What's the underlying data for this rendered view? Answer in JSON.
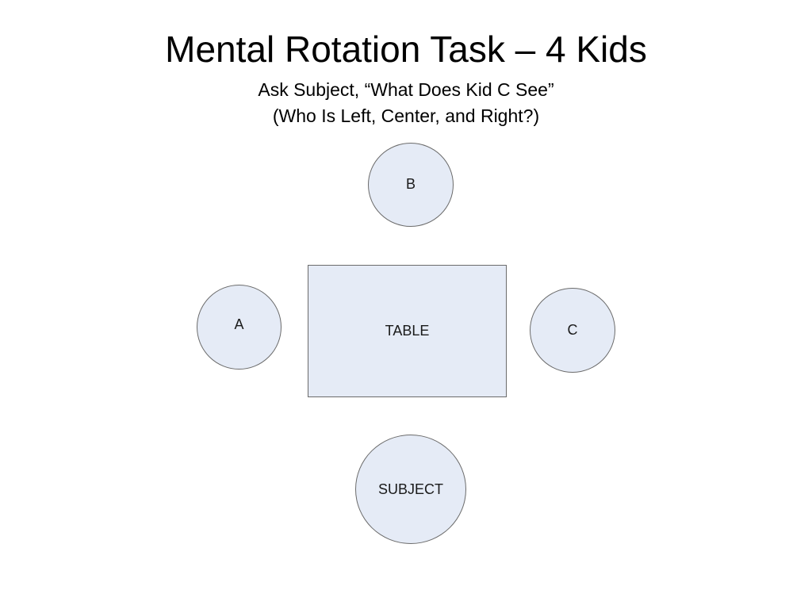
{
  "title": "Mental Rotation Task – 4 Kids",
  "subtitle": {
    "line1": "Ask Subject, “What Does Kid C See”",
    "line2": "(Who Is Left, Center, and Right?)"
  },
  "diagram": {
    "kid_b": "B",
    "kid_a": "A",
    "kid_c": "C",
    "table": "TABLE",
    "subject": "SUBJECT"
  },
  "colors": {
    "shape_fill": "#e5ebf6",
    "shape_border": "#6b6b6b"
  }
}
